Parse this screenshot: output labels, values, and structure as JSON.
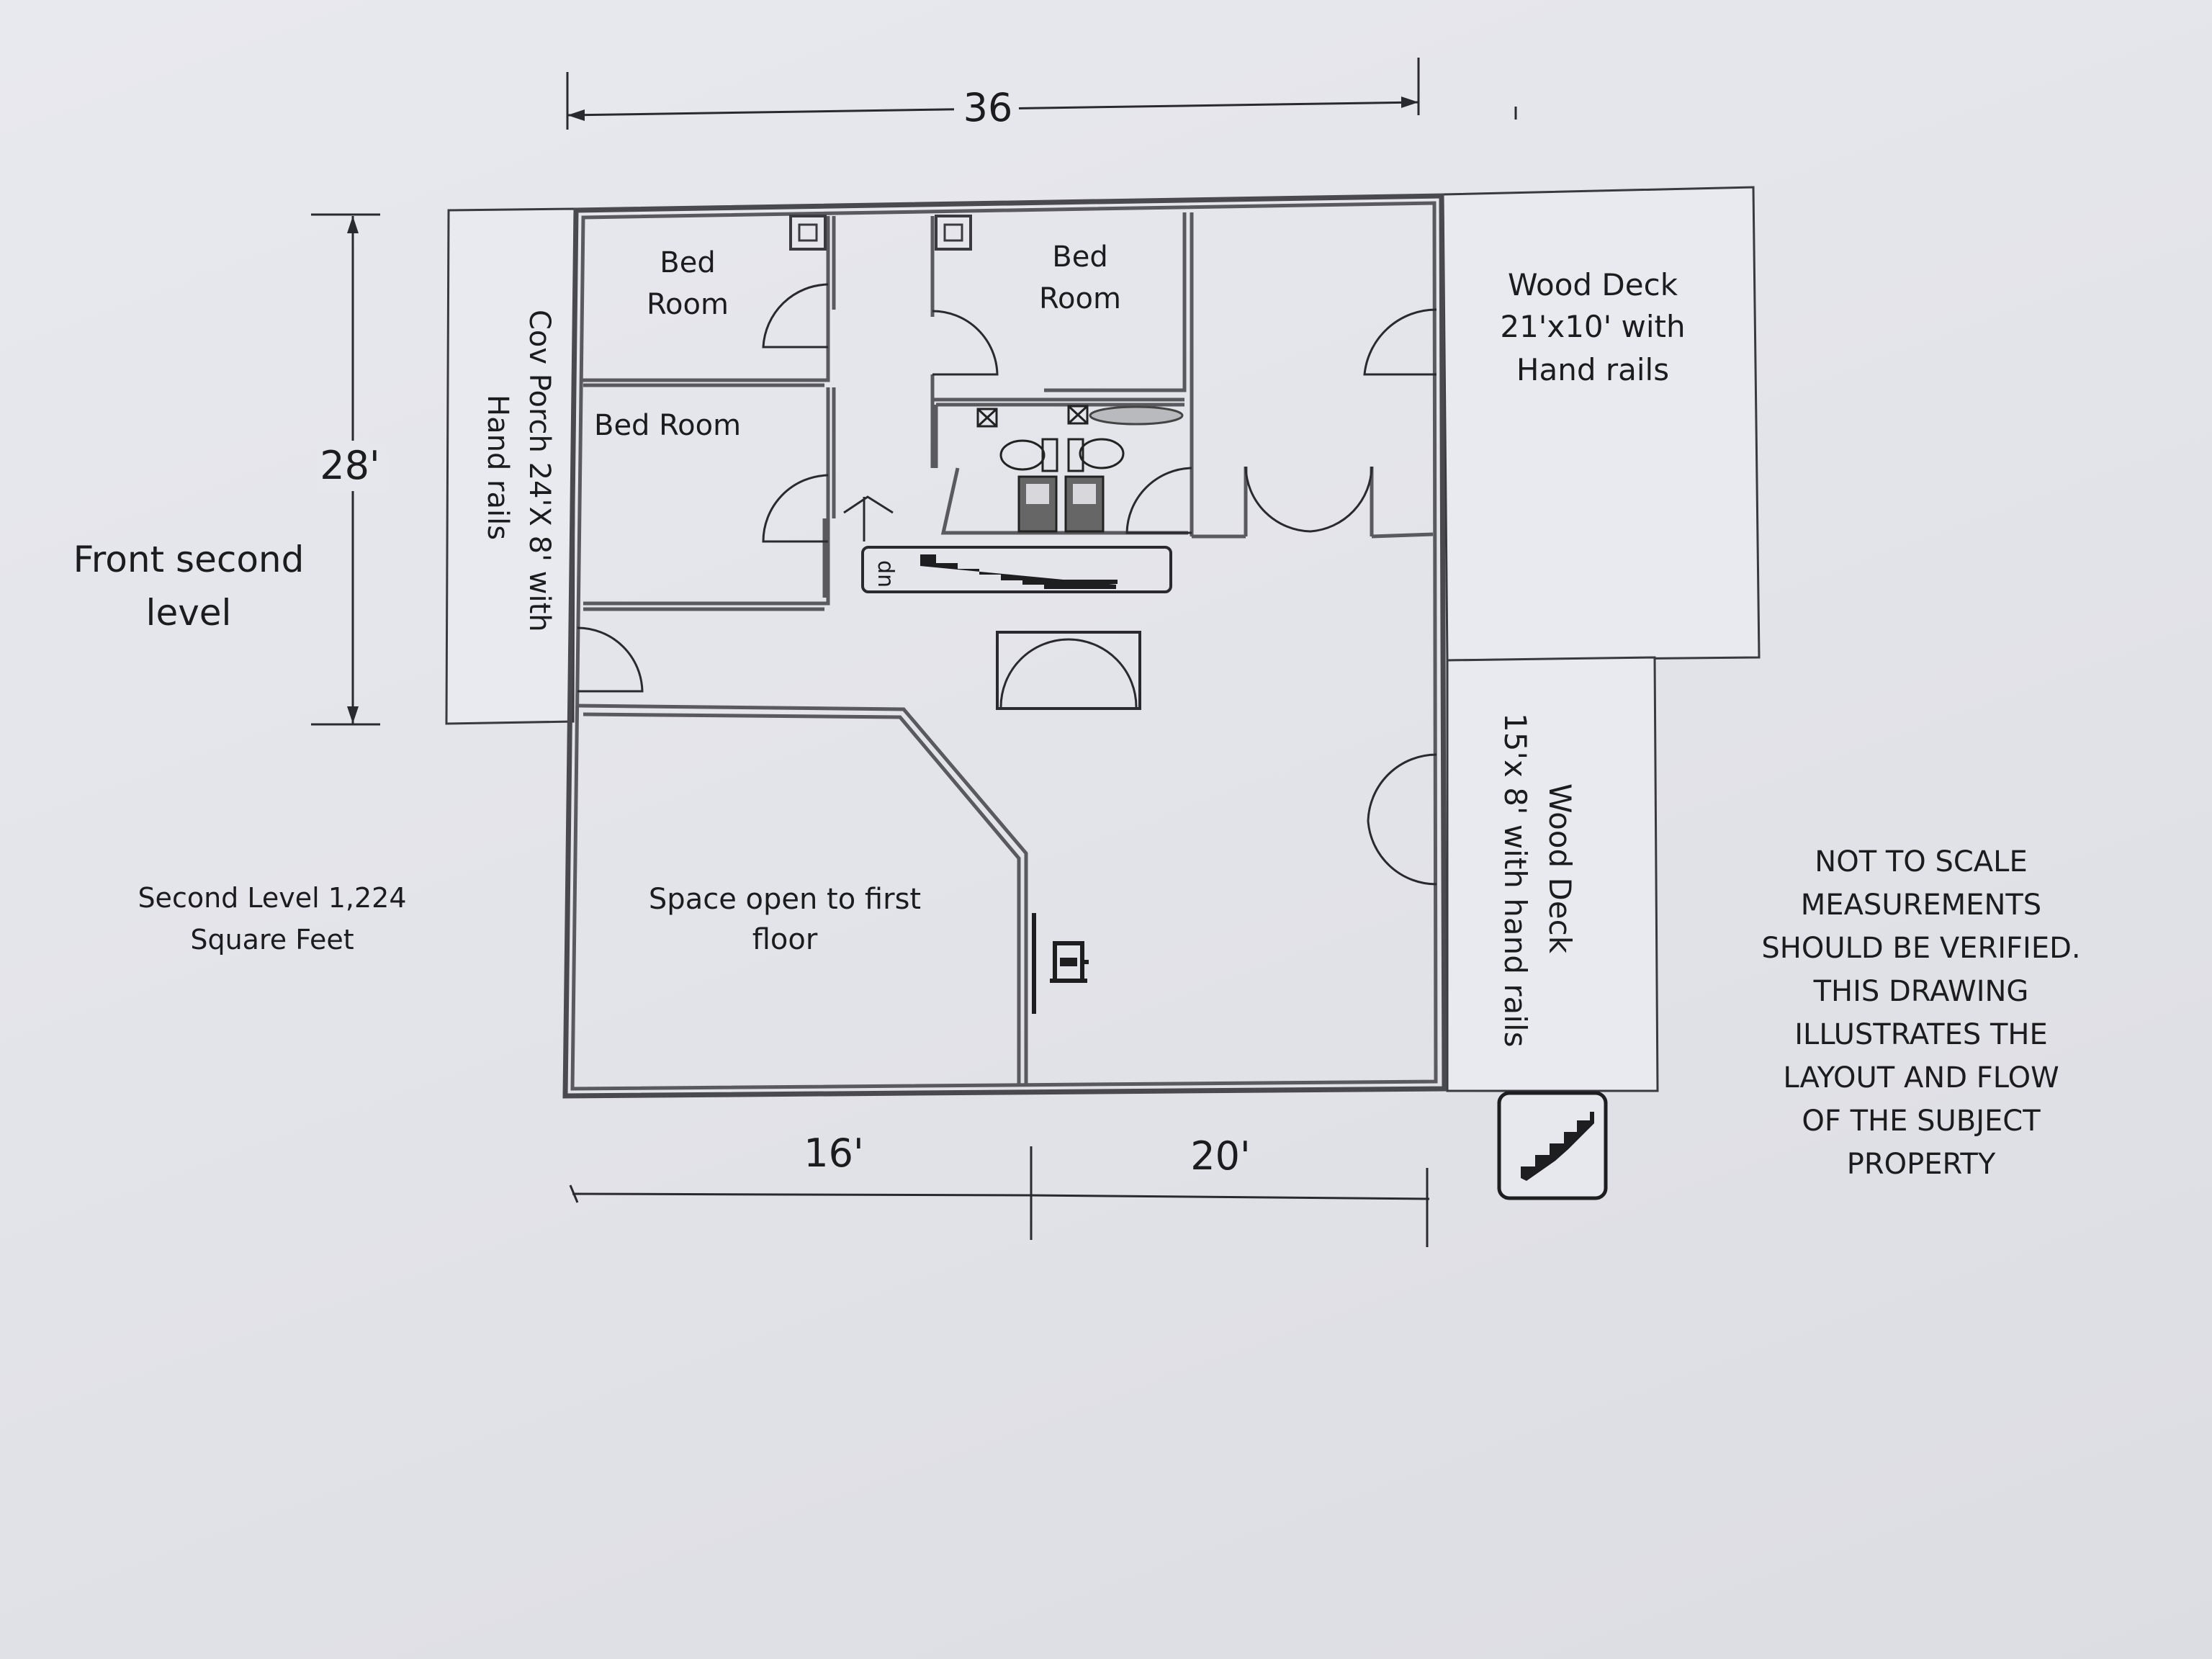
{
  "dimensions": {
    "top_width": "36",
    "left_height": "28'",
    "bottom_left": "16'",
    "bottom_right": "20'"
  },
  "labels": {
    "front_level": [
      "Front second",
      "level"
    ],
    "porch": [
      "Cov Porch 24'X 8' with",
      "Hand rails"
    ],
    "bedroom_top_left": [
      "Bed",
      "Room"
    ],
    "bedroom_top_right": [
      "Bed",
      "Room"
    ],
    "bedroom_mid": "Bed Room",
    "deck_top": [
      "Wood Deck",
      "21'x10' with",
      "Hand rails"
    ],
    "deck_right": [
      "Wood Deck",
      "15'x 8' with hand rails"
    ],
    "open_space": [
      "Space open to first",
      "floor"
    ],
    "area": [
      "Second Level 1,224",
      "Square Feet"
    ],
    "stair_mark": "dn",
    "disclaimer": [
      "NOT TO SCALE",
      "MEASUREMENTS",
      "SHOULD BE VERIFIED.",
      "THIS DRAWING",
      "ILLUSTRATES THE",
      "LAYOUT AND FLOW",
      "OF THE SUBJECT",
      "PROPERTY"
    ]
  },
  "icons": {
    "stairs_badge": "stairs-icon",
    "fireplace": "wood-stove-icon",
    "table": "table-icon"
  },
  "colors": {
    "paper": "#e3e4ea",
    "wall": "#4a4a4e",
    "ink": "#1c1c1e"
  }
}
